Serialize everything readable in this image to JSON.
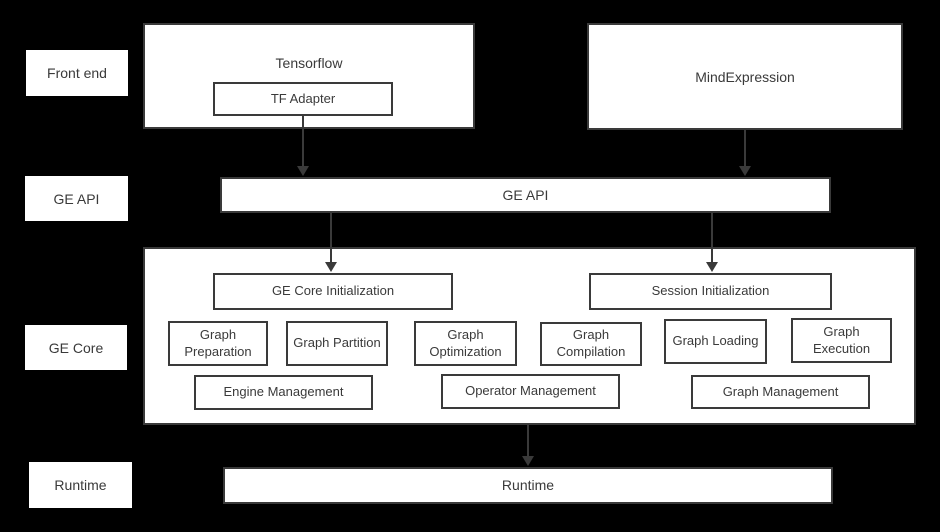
{
  "colors": {
    "background": "#000000",
    "box_fill": "#ffffff",
    "border_color": "#3a3a3a",
    "text_color": "#3a3a3a"
  },
  "row_labels": {
    "front_end": "Front end",
    "ge_api": "GE API",
    "ge_core": "GE Core",
    "runtime": "Runtime"
  },
  "front_end": {
    "tensorflow_title": "Tensorflow",
    "tf_adapter": "TF Adapter",
    "mind_expression": "MindExpression"
  },
  "ge_api": {
    "label": "GE API"
  },
  "ge_core": {
    "ge_core_initialization": "GE Core Initialization",
    "session_initialization": "Session Initialization",
    "modules": [
      "Graph Preparation",
      "Graph Partition",
      "Graph Optimization",
      "Graph Compilation",
      "Graph Loading",
      "Graph Execution"
    ],
    "management": [
      "Engine Management",
      "Operator Management",
      "Graph Management"
    ]
  },
  "runtime": {
    "label": "Runtime"
  }
}
